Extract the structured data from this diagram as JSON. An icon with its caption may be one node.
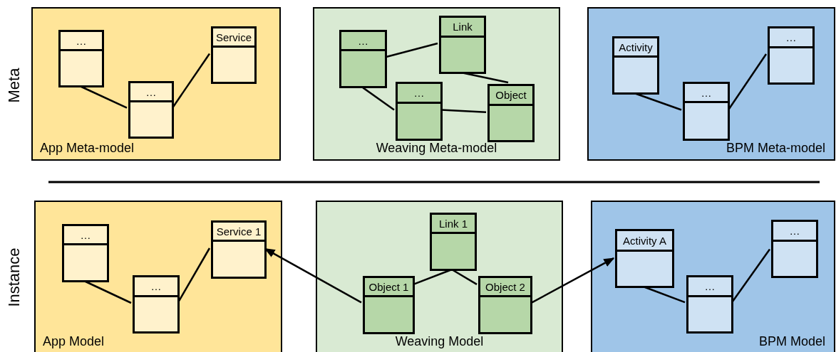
{
  "diagram": {
    "nodes": [
      {
        "text": [
          "App Meta-model"
        ]
      },
      {
        "text": [
          "…"
        ],
        "in": 0
      },
      {
        "text": [
          "…"
        ],
        "in": 0
      },
      {
        "text": [
          "Service"
        ],
        "in": 0
      },
      {
        "text": [
          "Weaving Meta-model"
        ]
      },
      {
        "text": [
          "…"
        ],
        "in": 4
      },
      {
        "text": [
          "Link"
        ],
        "in": 4
      },
      {
        "text": [
          "…"
        ],
        "in": 4
      },
      {
        "text": [
          "Object"
        ],
        "in": 4
      },
      {
        "text": [
          "BPM Meta-model"
        ]
      },
      {
        "text": [
          "Activity"
        ],
        "in": 9
      },
      {
        "text": [
          "…"
        ],
        "in": 9
      },
      {
        "text": [
          "…"
        ],
        "in": 9
      },
      {
        "text": [
          "App Model"
        ]
      },
      {
        "text": [
          "…"
        ],
        "in": 13
      },
      {
        "text": [
          "…"
        ],
        "in": 13
      },
      {
        "text": [
          "Service 1"
        ],
        "in": 13
      },
      {
        "text": [
          "Weaving Model"
        ]
      },
      {
        "text": [
          "Object 1"
        ],
        "in": 17
      },
      {
        "text": [
          "Link 1"
        ],
        "in": 17
      },
      {
        "text": [
          "Object 2"
        ],
        "in": 17
      },
      {
        "text": [
          "BPM Model"
        ]
      },
      {
        "text": [
          "Activity A"
        ],
        "in": 21
      },
      {
        "text": [
          "…"
        ],
        "in": 21
      },
      {
        "text": [
          "…"
        ],
        "in": 21
      }
    ],
    "edges": [
      {
        "from": 1,
        "to": 2,
        "arrow": "none"
      },
      {
        "from": 2,
        "to": 3,
        "arrow": "none"
      },
      {
        "from": 5,
        "to": 6,
        "arrow": "none"
      },
      {
        "from": 5,
        "to": 7,
        "arrow": "none"
      },
      {
        "from": 7,
        "to": 8,
        "arrow": "none"
      },
      {
        "from": 6,
        "to": 8,
        "arrow": "none"
      },
      {
        "from": 10,
        "to": 11,
        "arrow": "none"
      },
      {
        "from": 11,
        "to": 12,
        "arrow": "none"
      },
      {
        "from": 14,
        "to": 15,
        "arrow": "none"
      },
      {
        "from": 15,
        "to": 16,
        "arrow": "none"
      },
      {
        "from": 19,
        "to": 18,
        "arrow": "none"
      },
      {
        "from": 19,
        "to": 20,
        "arrow": "none"
      },
      {
        "from": 18,
        "to": 16,
        "arrow": "to"
      },
      {
        "from": 20,
        "to": 22,
        "arrow": "to"
      },
      {
        "from": 22,
        "to": 23,
        "arrow": "none"
      },
      {
        "from": 23,
        "to": 24,
        "arrow": "none"
      }
    ],
    "labels": [
      "Meta",
      "Instance"
    ]
  }
}
